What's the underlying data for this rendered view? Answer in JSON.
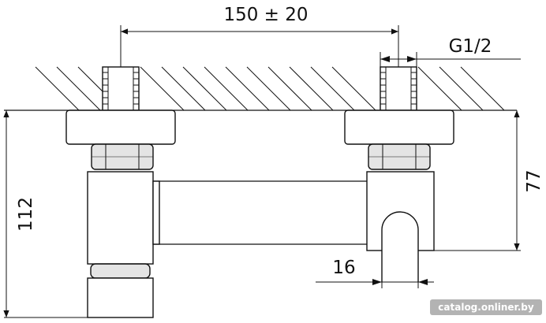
{
  "dimensions": {
    "spacing": "150 ± 20",
    "thread": "G1/2",
    "height_total": "112",
    "height_outlet": "77",
    "outlet_diameter": "16"
  },
  "watermark": "catalog.onliner.by"
}
